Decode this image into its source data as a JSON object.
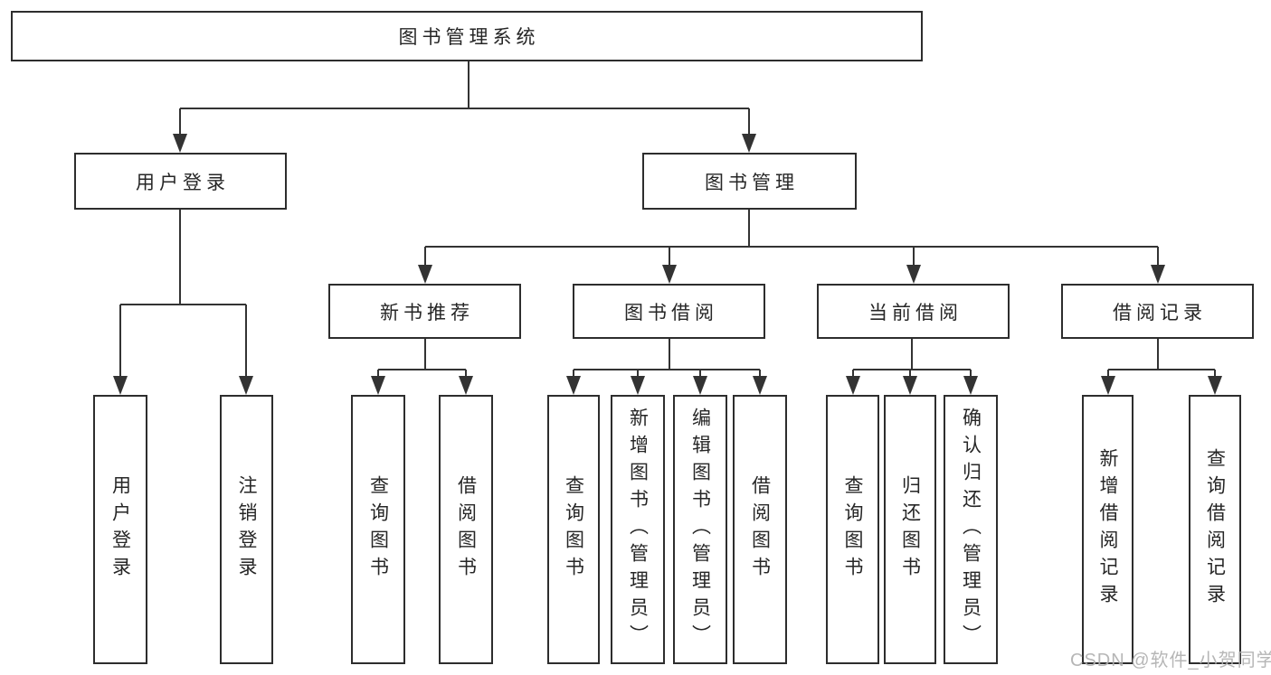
{
  "diagram": {
    "type": "hierarchy-tree",
    "line_color": "#333333",
    "border_color": "#2d2d2d",
    "text_color": "#262626",
    "background": "#ffffff",
    "root": {
      "label": "图书管理系统"
    },
    "level2": [
      {
        "id": "user-login",
        "label": "用户登录"
      },
      {
        "id": "book-management",
        "label": "图书管理"
      }
    ],
    "level3": [
      {
        "id": "new-book-recommend",
        "label": "新书推荐",
        "parent": "图书管理"
      },
      {
        "id": "book-borrow",
        "label": "图书借阅",
        "parent": "图书管理"
      },
      {
        "id": "current-borrow",
        "label": "当前借阅",
        "parent": "图书管理"
      },
      {
        "id": "borrow-records",
        "label": "借阅记录",
        "parent": "图书管理"
      }
    ],
    "leaves": [
      {
        "id": "leaf-user-login",
        "label": "用户登录",
        "parent": "用户登录"
      },
      {
        "id": "leaf-logout",
        "label": "注销登录",
        "parent": "用户登录"
      },
      {
        "id": "leaf-query-books-recommend",
        "label": "查询图书",
        "parent": "新书推荐"
      },
      {
        "id": "leaf-borrow-books-recommend",
        "label": "借阅图书",
        "parent": "新书推荐"
      },
      {
        "id": "leaf-query-books-borrow",
        "label": "查询图书",
        "parent": "图书借阅"
      },
      {
        "id": "leaf-add-books-admin",
        "label": "新增图书（管理员）",
        "parent": "图书借阅"
      },
      {
        "id": "leaf-edit-books-admin",
        "label": "编辑图书（管理员）",
        "parent": "图书借阅"
      },
      {
        "id": "leaf-borrow-books",
        "label": "借阅图书",
        "parent": "图书借阅"
      },
      {
        "id": "leaf-query-books-current",
        "label": "查询图书",
        "parent": "当前借阅"
      },
      {
        "id": "leaf-return-books",
        "label": "归还图书",
        "parent": "当前借阅"
      },
      {
        "id": "leaf-confirm-return-admin",
        "label": "确认归还（管理员）",
        "parent": "当前借阅"
      },
      {
        "id": "leaf-add-borrow-record",
        "label": "新增借阅记录",
        "parent": "借阅记录"
      },
      {
        "id": "leaf-query-borrow-record",
        "label": "查询借阅记录",
        "parent": "借阅记录"
      }
    ]
  },
  "watermark": {
    "text": "CSDN @软件_小贺同学",
    "color": "#b0b0b0"
  }
}
